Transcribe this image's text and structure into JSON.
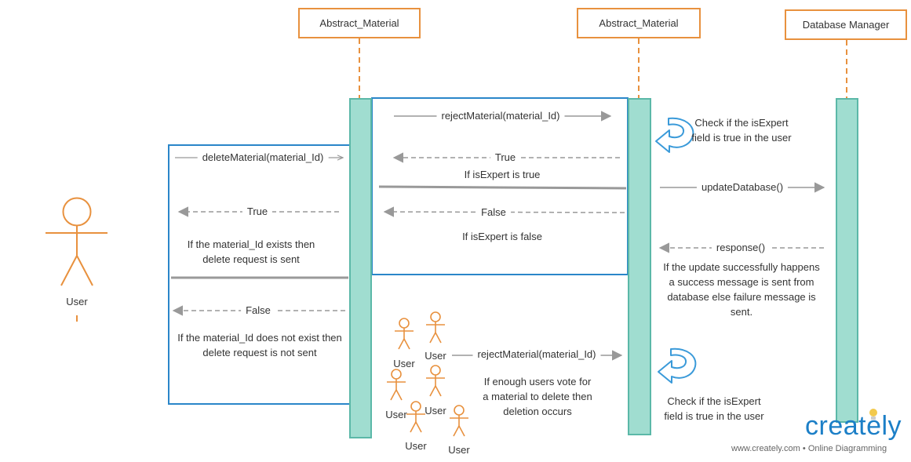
{
  "lifelines": {
    "abstract_material_1": "Abstract_Material",
    "abstract_material_2": "Abstract_Material",
    "database_manager": "Database Manager"
  },
  "actor": {
    "label": "User"
  },
  "messages": {
    "delete_material": "deleteMaterial(material_Id)",
    "true_left": "True",
    "material_exists_note": "If the material_Id exists then delete request is sent",
    "false_left": "False",
    "material_not_exist_note": "If the material_Id does not exist then delete request is not sent",
    "reject_material_top": "rejectMaterial(material_Id)",
    "true_mid": "True",
    "if_expert_true": "If isExpert is true",
    "false_mid": "False",
    "if_expert_false": "If isExpert is false",
    "check_expert_top": "Check if the isExpert field is true in the user",
    "update_database": "updateDatabase()",
    "response": "response()",
    "update_note": "If the update successfully happens a success message is sent from database else failure message is sent.",
    "reject_material_users": "rejectMaterial(material_Id)",
    "vote_note": "If enough users vote for a material to delete then deletion occurs",
    "check_expert_bottom": "Check if the isExpert field is true in the user"
  },
  "voters": [
    "User",
    "User",
    "User",
    "User",
    "User",
    "User"
  ],
  "branding": {
    "logo": "creately",
    "url": "www.creately.com",
    "separator": "•",
    "tagline": "Online Diagramming"
  },
  "colors": {
    "header_border": "#e8913e",
    "activation_fill": "#a0ddd0",
    "activation_border": "#5bb8a8",
    "frame_border": "#2a86c9",
    "arrow": "#999999",
    "actor": "#e8913e",
    "self_loop": "#3a9ad9",
    "brand": "#1c7fc7"
  }
}
